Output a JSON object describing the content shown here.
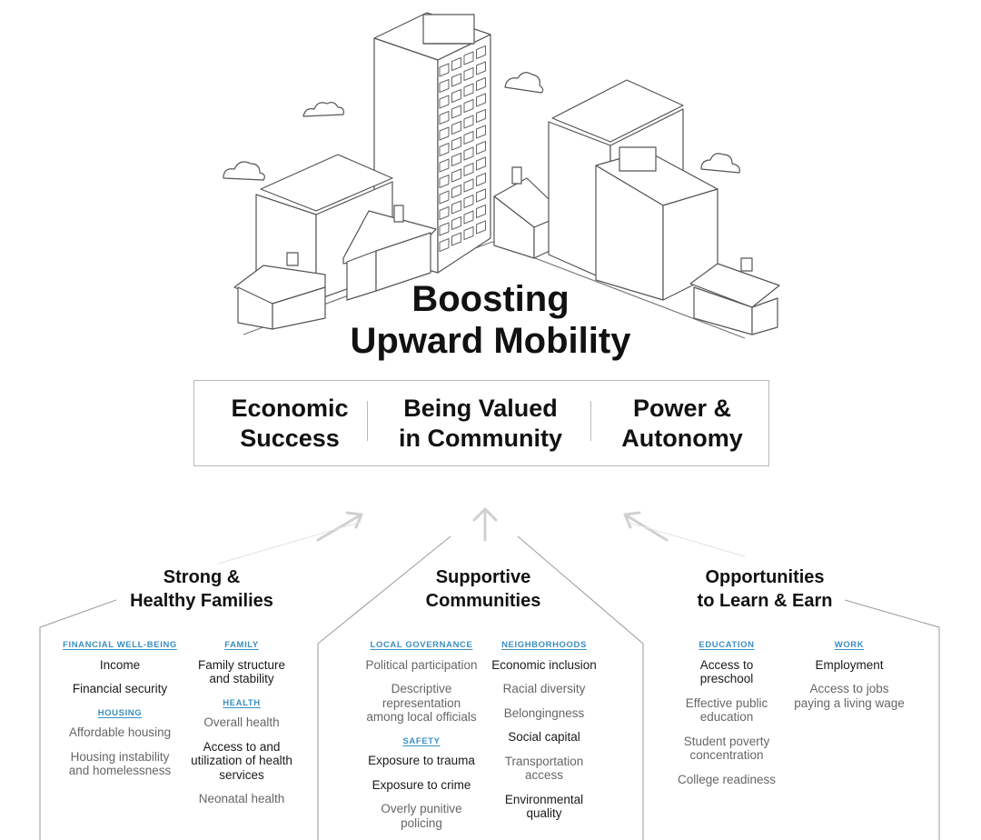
{
  "title_lines": [
    "Boosting",
    "Upward Mobility"
  ],
  "outcomes": [
    {
      "lines": [
        "Economic",
        "Success"
      ]
    },
    {
      "lines": [
        "Being Valued",
        "in Community"
      ]
    },
    {
      "lines": [
        "Power &",
        "Autonomy"
      ]
    }
  ],
  "pillars": [
    {
      "title_lines": [
        "Strong &",
        "Healthy Families"
      ],
      "columns": [
        {
          "groups": [
            {
              "category": "FINANCIAL WELL-BEING",
              "items": [
                {
                  "text": "Income",
                  "tone": "dark"
                },
                {
                  "text": "Financial security",
                  "tone": "dark"
                }
              ]
            },
            {
              "category": "HOUSING",
              "items": [
                {
                  "text": "Affordable housing",
                  "tone": "light"
                },
                {
                  "text": "Housing instability and homelessness",
                  "tone": "light"
                }
              ]
            }
          ]
        },
        {
          "groups": [
            {
              "category": "FAMILY",
              "items": [
                {
                  "text": "Family structure and stability",
                  "tone": "dark"
                }
              ]
            },
            {
              "category": "HEALTH",
              "items": [
                {
                  "text": "Overall health",
                  "tone": "light"
                },
                {
                  "text": "Access to and utilization of health services",
                  "tone": "dark"
                },
                {
                  "text": "Neonatal health",
                  "tone": "light"
                }
              ]
            }
          ]
        }
      ]
    },
    {
      "title_lines": [
        "Supportive",
        "Communities"
      ],
      "columns": [
        {
          "groups": [
            {
              "category": "LOCAL GOVERNANCE",
              "items": [
                {
                  "text": "Political participation",
                  "tone": "light"
                },
                {
                  "text": "Descriptive representation among local officials",
                  "tone": "light"
                }
              ]
            },
            {
              "category": "SAFETY",
              "items": [
                {
                  "text": "Exposure to trauma",
                  "tone": "dark"
                },
                {
                  "text": "Exposure to crime",
                  "tone": "dark"
                },
                {
                  "text": "Overly punitive policing",
                  "tone": "light"
                }
              ]
            }
          ]
        },
        {
          "groups": [
            {
              "category": "NEIGHBORHOODS",
              "items": [
                {
                  "text": "Economic inclusion",
                  "tone": "dark"
                },
                {
                  "text": "Racial diversity",
                  "tone": "light"
                },
                {
                  "text": "Belongingness",
                  "tone": "light"
                },
                {
                  "text": "Social capital",
                  "tone": "dark"
                },
                {
                  "text": "Transportation access",
                  "tone": "light"
                },
                {
                  "text": "Environmental quality",
                  "tone": "dark"
                }
              ]
            }
          ]
        }
      ]
    },
    {
      "title_lines": [
        "Opportunities",
        "to Learn & Earn"
      ],
      "columns": [
        {
          "groups": [
            {
              "category": "EDUCATION",
              "items": [
                {
                  "text": "Access to preschool",
                  "tone": "dark"
                },
                {
                  "text": "Effective public education",
                  "tone": "light"
                },
                {
                  "text": "Student poverty concentration",
                  "tone": "light"
                },
                {
                  "text": "College readiness",
                  "tone": "light"
                }
              ]
            }
          ]
        },
        {
          "groups": [
            {
              "category": "WORK",
              "items": [
                {
                  "text": "Employment",
                  "tone": "dark"
                },
                {
                  "text": "Access to jobs paying a living wage",
                  "tone": "light"
                }
              ]
            }
          ]
        }
      ]
    }
  ]
}
